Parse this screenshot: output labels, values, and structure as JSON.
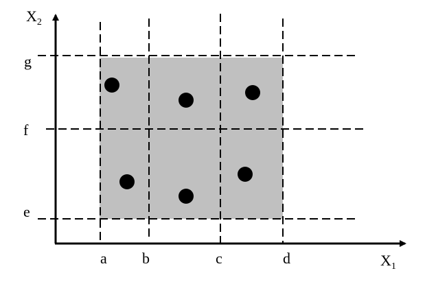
{
  "axes": {
    "x_label": {
      "main": "X",
      "sub": "1"
    },
    "y_label": {
      "main": "X",
      "sub": "2"
    }
  },
  "x_ticks": [
    "a",
    "b",
    "c",
    "d"
  ],
  "y_ticks": [
    "e",
    "f",
    "g"
  ],
  "colors": {
    "region_fill": "#c0c0c0",
    "ink": "#000000"
  },
  "points_count": 6
}
